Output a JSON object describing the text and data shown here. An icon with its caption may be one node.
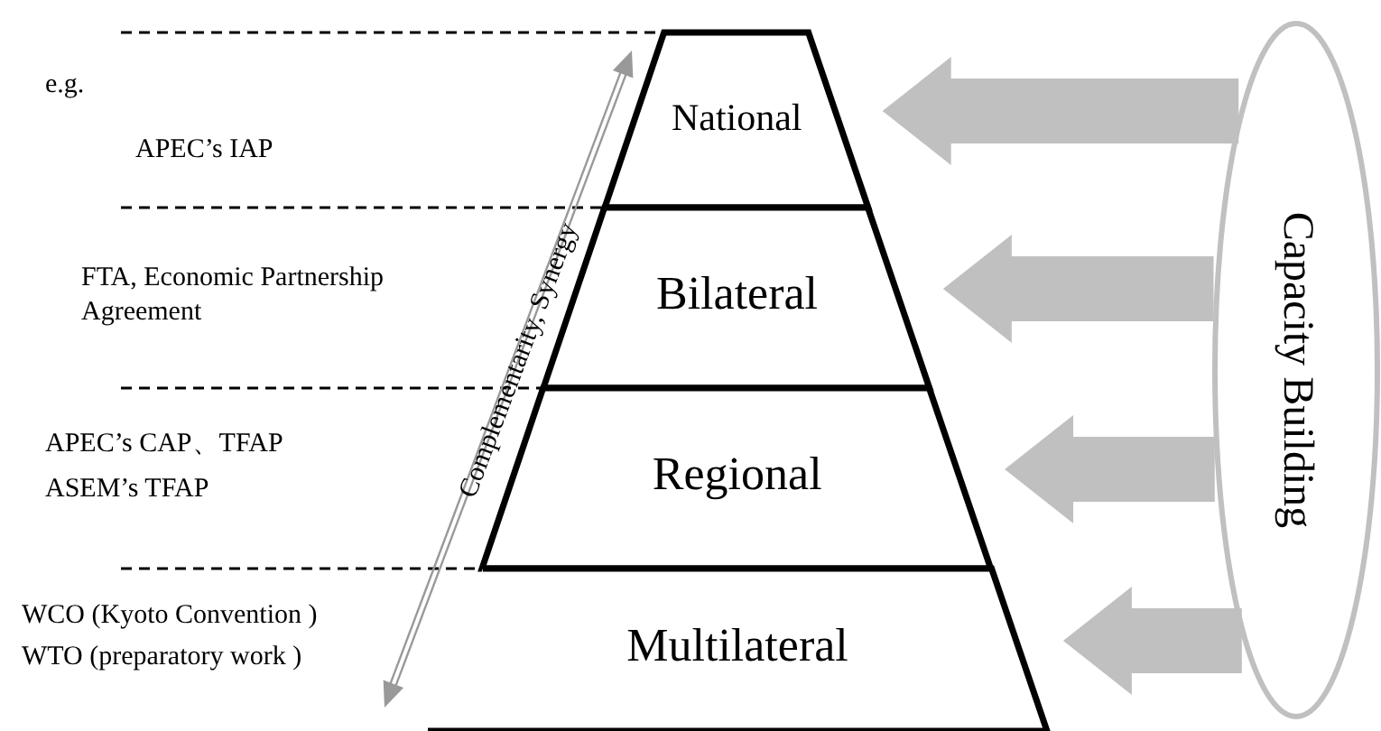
{
  "diagram": {
    "nodes": [
      {
        "text": [
          "National"
        ]
      },
      {
        "text": [
          "Bilateral"
        ]
      },
      {
        "text": [
          "Regional"
        ]
      },
      {
        "text": [
          "Multilateral"
        ]
      },
      {
        "text": [
          "Capacity Building"
        ]
      }
    ],
    "edges": [
      {
        "from": 4,
        "to": 0,
        "arrow": "to"
      },
      {
        "from": 4,
        "to": 1,
        "arrow": "to"
      },
      {
        "from": 4,
        "to": 2,
        "arrow": "to"
      },
      {
        "from": 4,
        "to": 3,
        "arrow": "to"
      }
    ],
    "labels": [
      "e.g.",
      "APEC’s IAP",
      "FTA, Economic Partnership Agreement",
      "APEC’s CAP、TFAP",
      "ASEM’s TFAP",
      "WCO (Kyoto Convention )",
      "WTO (preparatory work )",
      "Complementarity, Synergy"
    ]
  }
}
